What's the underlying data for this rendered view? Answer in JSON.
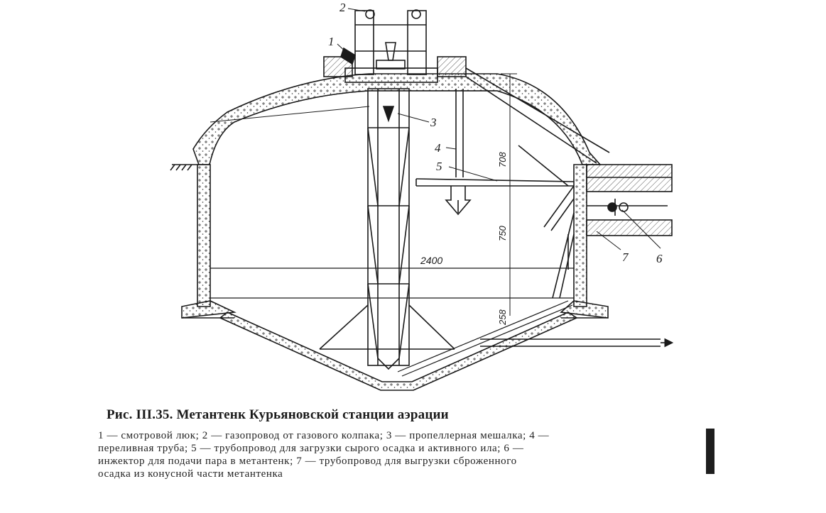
{
  "diagram": {
    "part_numbers": [
      "1",
      "2",
      "3",
      "4",
      "5",
      "6",
      "7"
    ],
    "dimensions": {
      "d708": "708",
      "d750": "750",
      "d258": "258",
      "d2400": "2400"
    }
  },
  "caption": {
    "title": "Рис. III.35. Метантенк Курьяновской станции аэрации",
    "legend_lines": [
      "1 — смотровой люк; 2 — газопровод от газового колпака; 3 — пропеллерная мешалка; 4 —",
      "переливная труба; 5 — трубопровод для загрузки сырого осадка и активного ила; 6 —",
      "инжектор для подачи пара в метантенк; 7 — трубопровод для выгрузки сброженного",
      "осадка из конусной части метантенка"
    ]
  },
  "colors": {
    "ink": "#1a1a1a",
    "paper": "#ffffff",
    "hatch": "#555555"
  }
}
